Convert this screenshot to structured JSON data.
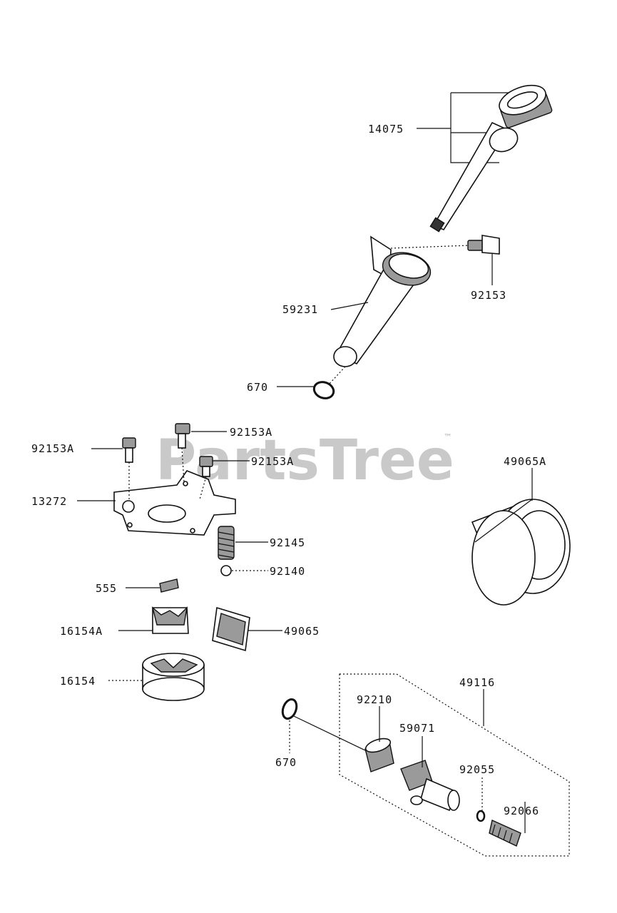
{
  "watermark": {
    "text": "PartsTree",
    "trademark": "™"
  },
  "callouts": {
    "c14075": "14075",
    "c92153": "92153",
    "c59231": "59231",
    "c670_top": "670",
    "c92153A_1": "92153A",
    "c92153A_2": "92153A",
    "c92153A_3": "92153A",
    "c13272": "13272",
    "c92145": "92145",
    "c92140": "92140",
    "c555": "555",
    "c16154A": "16154A",
    "c49065": "49065",
    "c16154": "16154",
    "c49065A": "49065A",
    "c49116": "49116",
    "c92210": "92210",
    "c59071": "59071",
    "c670_bottom": "670",
    "c92055": "92055",
    "c92066": "92066"
  }
}
